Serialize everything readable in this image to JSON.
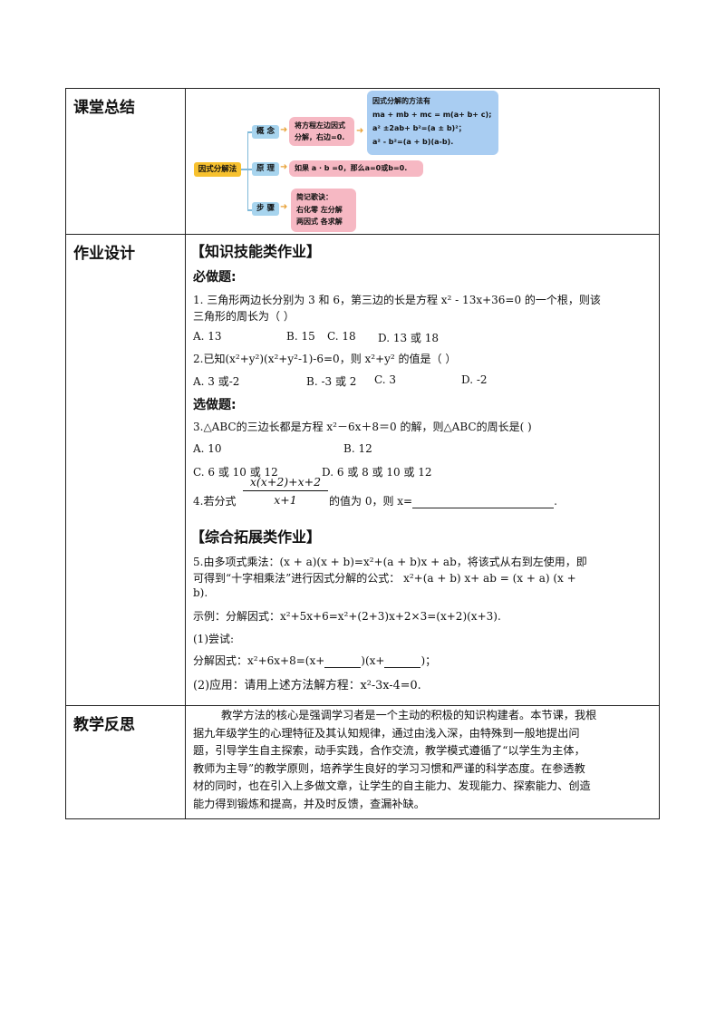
{
  "rows": {
    "summary": "课堂总结",
    "homework": "作业设计",
    "reflection": "教学反思"
  },
  "diagram": {
    "root": "因式分解法",
    "branches": [
      {
        "label": "概  念",
        "desc_lines": [
          "将方程左边因式",
          "分解，右边=0."
        ]
      },
      {
        "label": "原  理",
        "desc": "如果  a · b =0，那么a=0或b=0."
      },
      {
        "label": "步  骤",
        "desc_lines": [
          "简记歌诀：",
          "右化零   左分解",
          "两因式   各求解"
        ]
      }
    ],
    "methods": {
      "title": "因式分解的方法有",
      "lines": [
        "ma + mb + mc = m(a+ b+ c);",
        "a² ±2ab+ b²=(a ± b)²；",
        "a² - b²=(a + b)(a-b)."
      ]
    }
  },
  "homework": {
    "section1": "【知识技能类作业】",
    "must": "必做题:",
    "q1_line1": "1. 三角形两边长分别为 3 和 6，第三边的长是方程 x² - 13x+36=0 的一个根，则该",
    "q1_line2": "三角形的周长为（     ）",
    "q1_options": [
      "A. 13",
      "B. 15",
      "C. 18",
      "D. 13 或 18"
    ],
    "q2": "2.已知(x²+y²)(x²+y²-1)-6=0，则 x²+y² 的值是（     ）",
    "q2_options": [
      "A. 3 或-2",
      "B. -3 或 2",
      "C. 3",
      "D. -2"
    ],
    "optional": "选做题:",
    "q3": "3.△ABC的三边长都是方程 x²－6x＋8＝0 的解，则△ABC的周长是(     )",
    "q3_options": [
      "A. 10",
      "B. 12",
      "C. 6 或 10 或 12",
      "D. 6 或 8 或 10 或 12"
    ],
    "q4_prefix": "4.若分式",
    "q4_numerator": "x(x+2)+x+2",
    "q4_denominator": "x+1",
    "q4_suffix": "的值为 0，则 x=",
    "q4_end": ".",
    "section2": "【综合拓展类作业】",
    "q5_line1": "5.由多项式乘法：(x + a)(x + b)=x²+(a + b)x + ab，将该式从右到左使用，即",
    "q5_line2": "可得到“十字相乘法”进行因式分解的公式：  x²+(a + b) x+ ab = (x + a) (x +",
    "q5_line3": "b).",
    "example": "示例：分解因式：x²+5x+6=x²+(2+3)x+2×3=(x+2)(x+3).",
    "try_label": "(1)尝试:",
    "try_prefix": "分解因式：x²+6x+8=(x+",
    "try_mid": ")(x+",
    "try_end": ")；",
    "apply": "(2)应用：请用上述方法解方程：x²-3x-4=0."
  },
  "reflection_lines": [
    "        教学方法的核心是强调学习者是一个主动的积极的知识构建者。本节课，我根",
    "据九年级学生的心理特征及其认知规律，通过由浅入深，由特殊到一般地提出问",
    "题，引导学生自主探索，动手实践，合作交流，教学模式遵循了“以学生为主体，",
    "教师为主导”的教学原则，培养学生良好的学习习惯和严谨的科学态度。在参透教",
    "材的同时，也在引入上多做文章，让学生的自主能力、发现能力、探索能力、创造",
    "能力得到锻炼和提高，并及时反馈，查漏补缺。"
  ],
  "colors": {
    "root_bg": "#f7c12f",
    "branch_bg": "#a7d4ee",
    "desc_bg": "#f6b8c3",
    "methods_bg": "#a9cdf2",
    "arrow": "#e8a33b"
  }
}
